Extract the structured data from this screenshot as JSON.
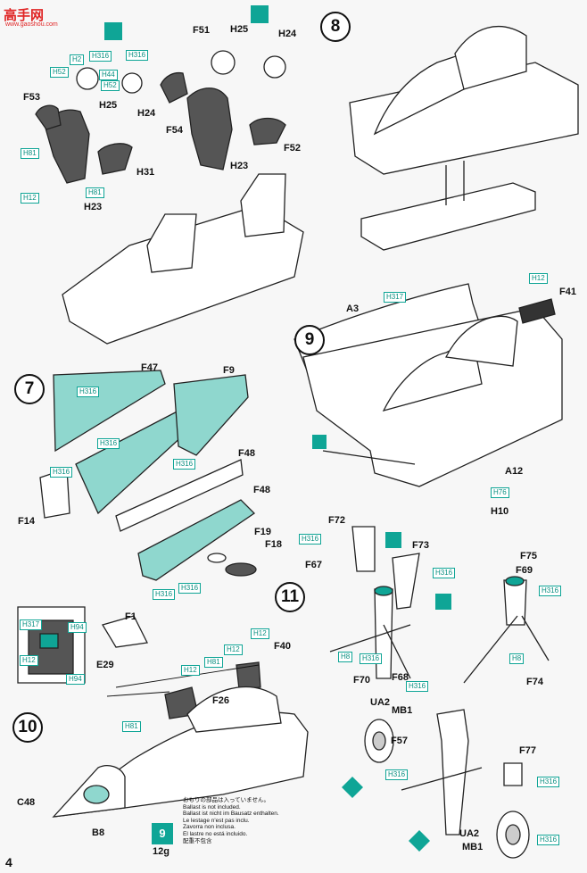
{
  "watermark": {
    "brand": "高手网",
    "site": "www.gaoshou.com"
  },
  "page_number": "4",
  "steps": [
    "7",
    "8",
    "9",
    "10",
    "11"
  ],
  "labels": [
    "F51",
    "H25",
    "H24",
    "F53",
    "H25",
    "H24",
    "F54",
    "F52",
    "H31",
    "H23",
    "H23",
    "A3",
    "F41",
    "F47",
    "F9",
    "F48",
    "F48",
    "F14",
    "F19",
    "F18",
    "A12",
    "H10",
    "F72",
    "F73",
    "F67",
    "F75",
    "F69",
    "F70",
    "F68",
    "F74",
    "F1",
    "E29",
    "F40",
    "F26",
    "UA2",
    "MB1",
    "F57",
    "F77",
    "C48",
    "B8",
    "UA2",
    "MB1"
  ],
  "part_codes": [
    "H2",
    "H52",
    "H316",
    "H44",
    "H52",
    "H316",
    "H81",
    "H12",
    "H81",
    "H317",
    "H12",
    "H316",
    "H316",
    "H316",
    "H316",
    "H316",
    "H316",
    "H76",
    "H316",
    "H316",
    "H316",
    "H8",
    "H316",
    "H8",
    "H316",
    "H317",
    "H94",
    "H12",
    "H94",
    "H12",
    "H81",
    "H12",
    "H12",
    "H81",
    "H316",
    "H316",
    "H316"
  ],
  "ballast_icon": "9",
  "ballast_weight": "12g",
  "notes": [
    "おもりの部品は入っていません。",
    "Ballast is not included.",
    "Ballast ist nicht im Bausatz enthalten.",
    "Le lestage n'est pas inclu.",
    "Zavorra non inclusa.",
    "El lastre no está incluido.",
    "配重不包含"
  ]
}
